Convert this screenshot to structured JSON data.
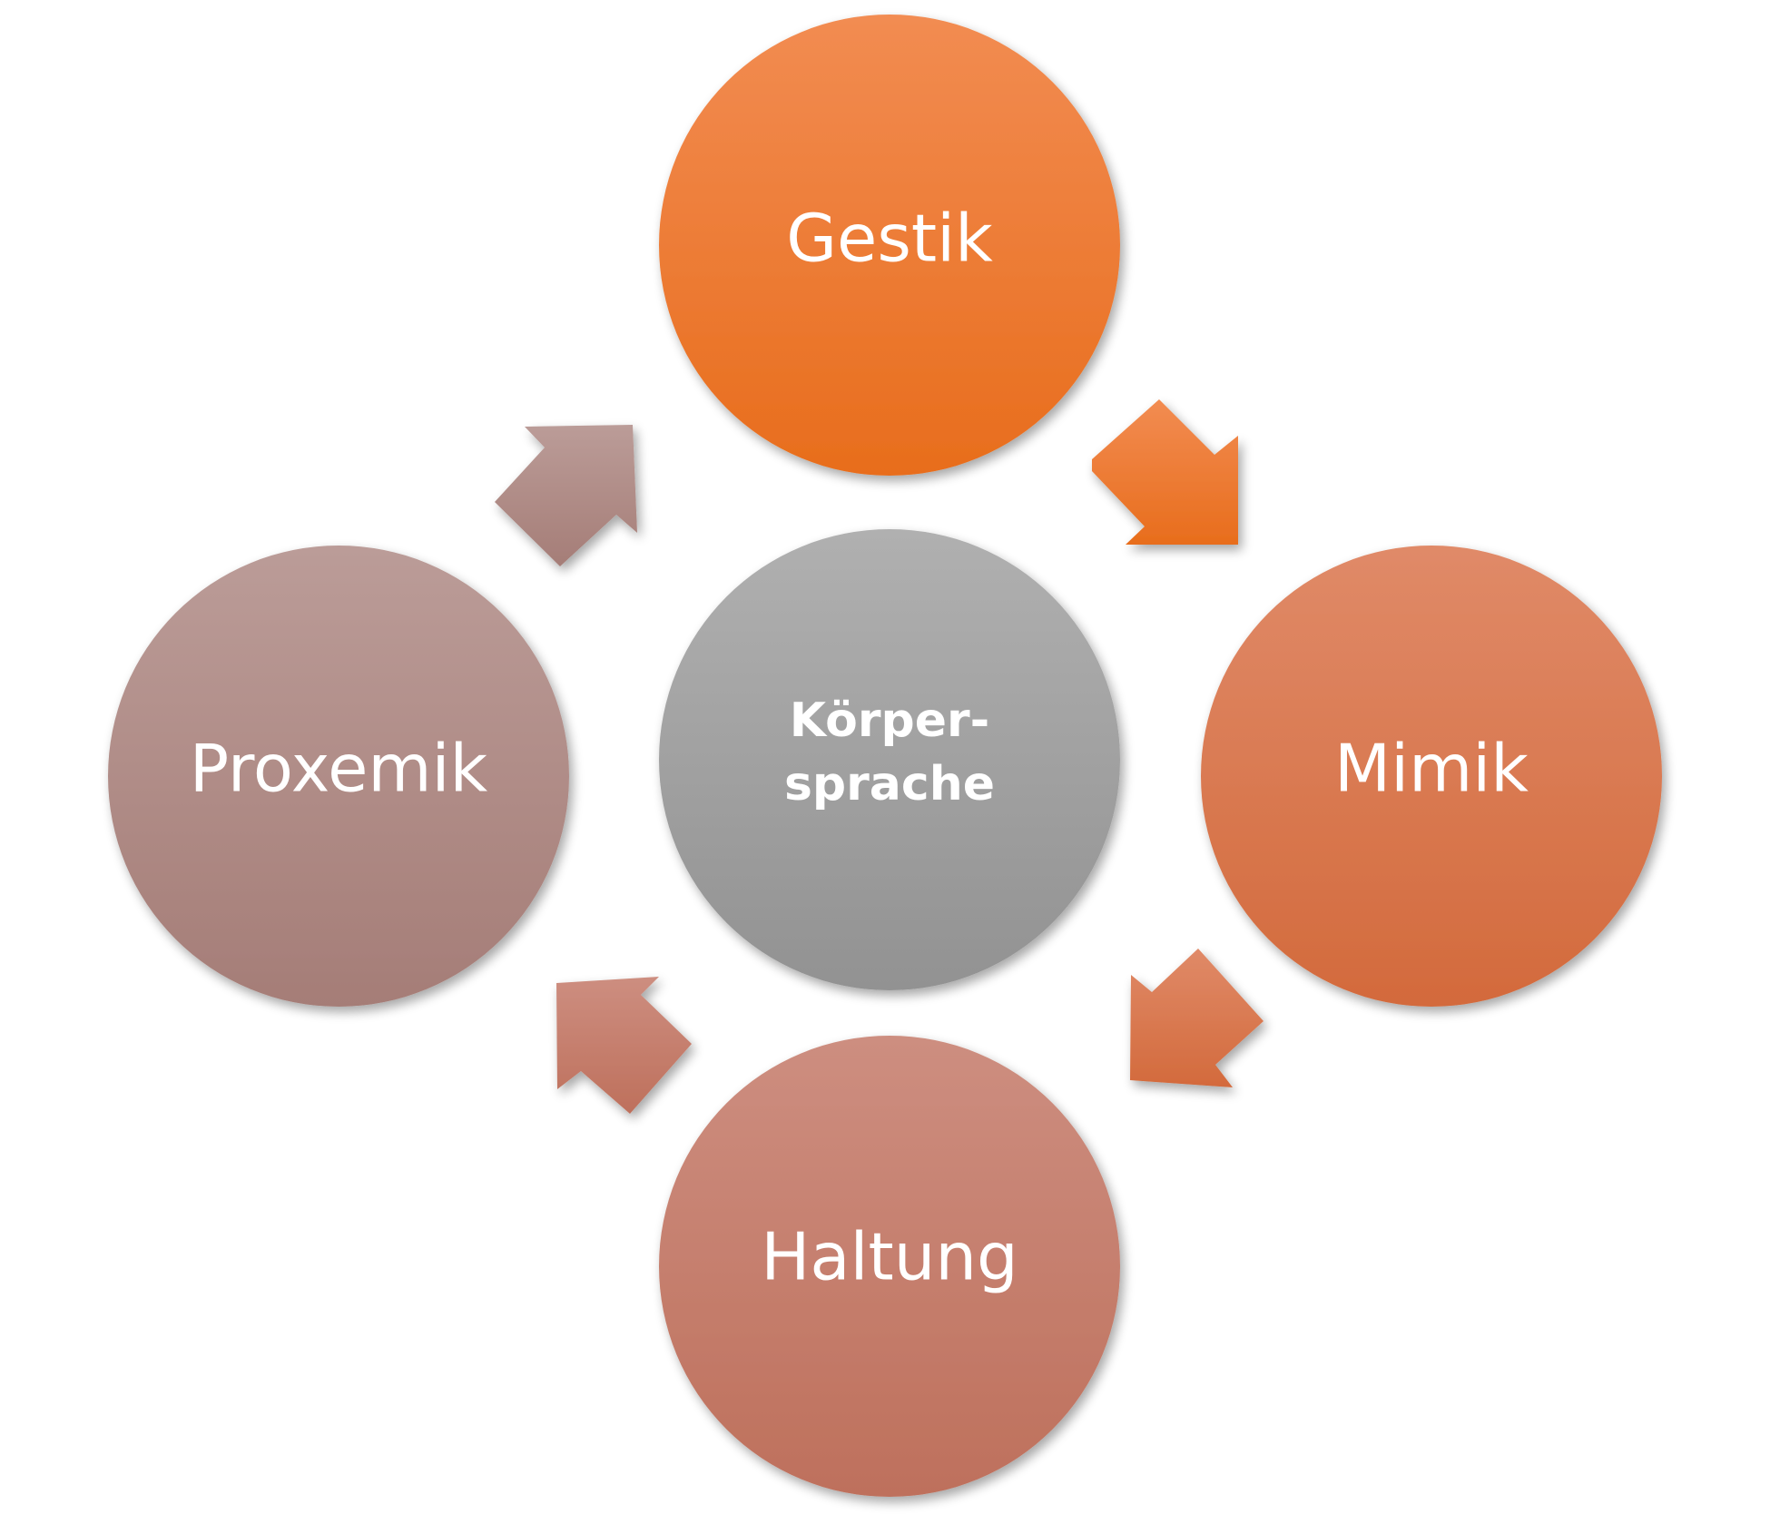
{
  "diagram": {
    "center": {
      "label_line1": "Körper-",
      "label_line2": "sprache",
      "color_top": "#b0b0b0",
      "color_bottom": "#929292"
    },
    "nodes": [
      {
        "id": "gestik",
        "label": "Gestik",
        "color_top": "#f28c52",
        "color_bottom": "#e86d1c"
      },
      {
        "id": "mimik",
        "label": "Mimik",
        "color_top": "#e08a68",
        "color_bottom": "#d36a3c"
      },
      {
        "id": "haltung",
        "label": "Haltung",
        "color_top": "#cd8e80",
        "color_bottom": "#be705c"
      },
      {
        "id": "proxemik",
        "label": "Proxemik",
        "color_top": "#bb9c98",
        "color_bottom": "#a57d77"
      }
    ],
    "arrows": [
      {
        "from": "gestik",
        "to": "mimik",
        "color_top": "#f28c52",
        "color_bottom": "#e86d1c"
      },
      {
        "from": "mimik",
        "to": "haltung",
        "color_top": "#e08a68",
        "color_bottom": "#d36a3c"
      },
      {
        "from": "haltung",
        "to": "proxemik",
        "color_top": "#cd8e80",
        "color_bottom": "#be705c"
      },
      {
        "from": "proxemik",
        "to": "gestik",
        "color_top": "#bb9c98",
        "color_bottom": "#a57d77"
      }
    ]
  }
}
